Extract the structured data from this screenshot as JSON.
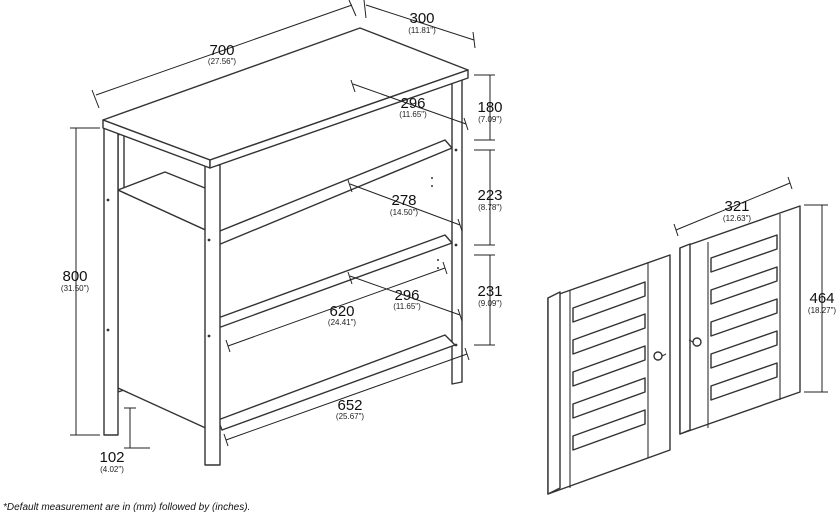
{
  "dimensions": {
    "total_width": {
      "mm": "700",
      "in": "(27.56\")"
    },
    "depth": {
      "mm": "300",
      "in": "(11.81\")"
    },
    "top_shelf_depth": {
      "mm": "296",
      "in": "(11.65\")"
    },
    "top_gap": {
      "mm": "180",
      "in": "(7.09\")"
    },
    "inner_depth": {
      "mm": "278",
      "in": "(14.50\")"
    },
    "middle_gap": {
      "mm": "223",
      "in": "(8.78\")"
    },
    "lower_shelf_depth": {
      "mm": "296",
      "in": "(11.65\")"
    },
    "lower_gap": {
      "mm": "231",
      "in": "(9.09\")"
    },
    "inner_width": {
      "mm": "620",
      "in": "(24.41\")"
    },
    "height": {
      "mm": "800",
      "in": "(31.50\")"
    },
    "bottom_width": {
      "mm": "652",
      "in": "(25.67\")"
    },
    "leg_height": {
      "mm": "102",
      "in": "(4.02\")"
    },
    "door_width": {
      "mm": "321",
      "in": "(12.63\")"
    },
    "door_height": {
      "mm": "464",
      "in": "(18.27\")"
    }
  },
  "footnote": "*Default measurement are in (mm) followed by (inches)."
}
